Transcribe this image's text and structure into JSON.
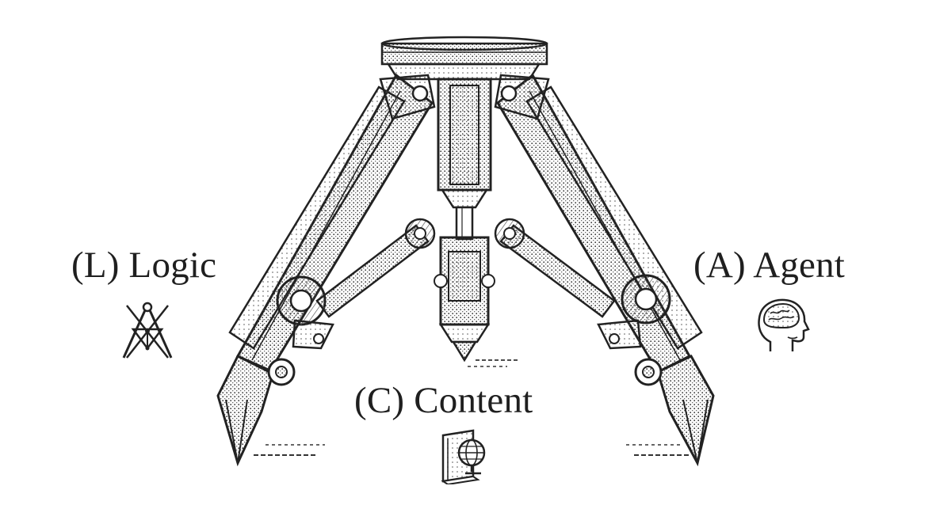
{
  "labels": {
    "logic": "(L) Logic",
    "agent": "(A) Agent",
    "content": "(C) Content"
  },
  "icons": {
    "logic": "compass-icon",
    "agent": "human-head-brain-icon",
    "content": "book-globe-icon"
  },
  "colors": {
    "ink": "#1f1f1f",
    "background": "#ffffff"
  }
}
